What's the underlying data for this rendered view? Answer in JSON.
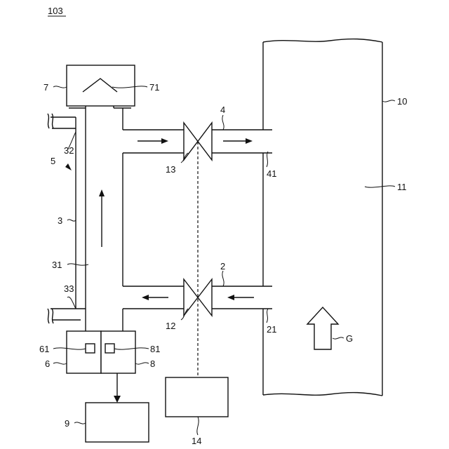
{
  "figure": {
    "number": "103",
    "labels": {
      "l2": "2",
      "l3": "3",
      "l4": "4",
      "l5": "5",
      "l6": "6",
      "l7": "7",
      "l8": "8",
      "l9": "9",
      "l10": "10",
      "l11": "11",
      "l12": "12",
      "l13": "13",
      "l14": "14",
      "l21": "21",
      "l31": "31",
      "l32": "32",
      "l33": "33",
      "l41": "41",
      "l61": "61",
      "l71": "71",
      "l81": "81",
      "gas": "G"
    }
  }
}
